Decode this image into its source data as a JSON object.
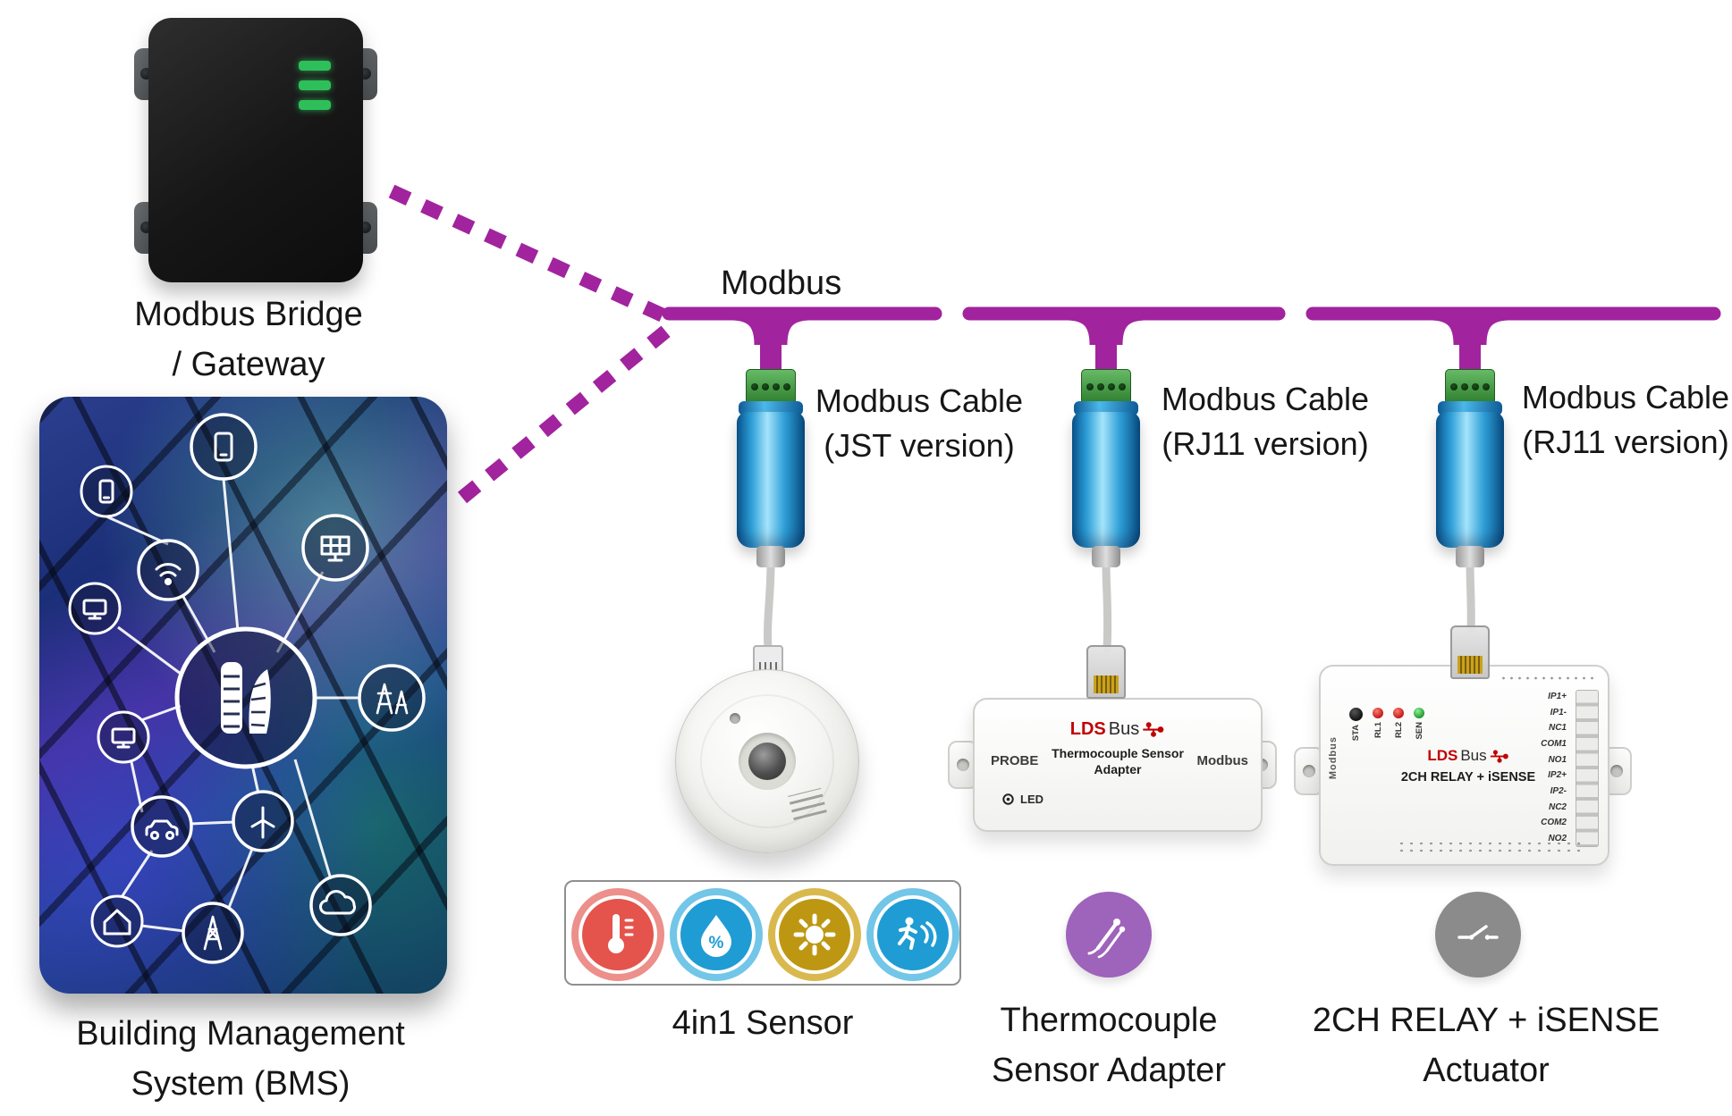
{
  "gateway": {
    "label_line1": "Modbus Bridge",
    "label_line2": "/ Gateway"
  },
  "bms": {
    "label_line1": "Building Management",
    "label_line2": "System (BMS)"
  },
  "bus": {
    "label": "Modbus"
  },
  "cable_labels": [
    {
      "line1": "Modbus Cable",
      "line2": "(JST version)"
    },
    {
      "line1": "Modbus Cable",
      "line2": "(RJ11 version)"
    },
    {
      "line1": "Modbus Cable",
      "line2": "(RJ11 version)"
    }
  ],
  "sensor4in1": {
    "caption": "4in1 Sensor"
  },
  "thermocouple": {
    "caption_line1": "Thermocouple",
    "caption_line2": "Sensor Adapter",
    "board": {
      "probe_label": "PROBE",
      "brand_lds": "LDS",
      "brand_bus": "Bus",
      "title_line1": "Thermocouple Sensor",
      "title_line2": "Adapter",
      "modbus_label": "Modbus",
      "led_label": "LED"
    }
  },
  "relay": {
    "caption_line1": "2CH RELAY + iSENSE",
    "caption_line2": "Actuator",
    "board": {
      "brand_lds": "LDS",
      "brand_bus": "Bus",
      "title": "2CH RELAY + iSENSE",
      "modbus_label": "Modbus",
      "led_labels": [
        "STA",
        "RL1",
        "RL2",
        "SEN"
      ],
      "pin_labels": [
        "IP1+",
        "IP1-",
        "NC1",
        "COM1",
        "NO1",
        "IP2+",
        "IP2-",
        "NC2",
        "COM2",
        "NO2"
      ]
    }
  },
  "icons": {
    "humidity_percent": "%"
  },
  "colors": {
    "bus_purple": "#A2239E",
    "led_green": "#2EBF5B",
    "brand_red": "#C00000",
    "icon_red": "#E4544C",
    "icon_blue": "#1F9CD4",
    "icon_gold": "#BE9712",
    "icon_purple": "#9E63BB",
    "icon_gray": "#8B8B8B"
  }
}
